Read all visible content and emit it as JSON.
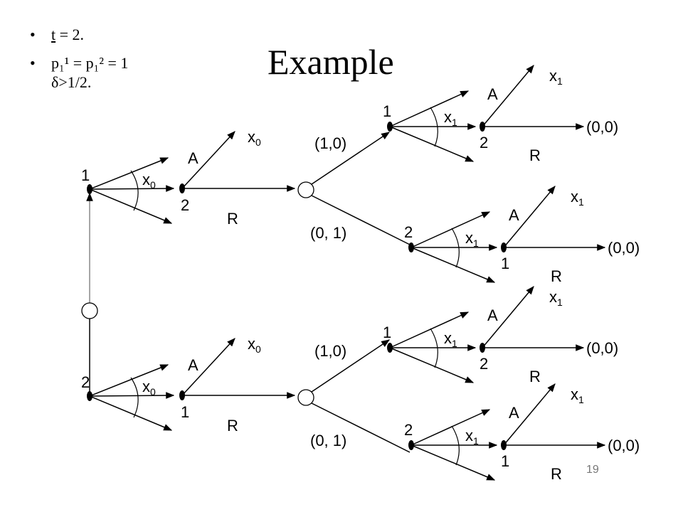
{
  "bullets": {
    "b1_var": "t",
    "b1_rest": " = 2.",
    "b2_line1": "p₁¹ = p₁²  = 1",
    "b2_line2": "δ>1/2."
  },
  "title": "Example",
  "labels": {
    "p1": "1",
    "p2": "2",
    "A": "A",
    "R": "R",
    "x": "x",
    "sub0": "0",
    "sub1": "1",
    "s10": "(1,0)",
    "s01": "(0, 1)",
    "zero": "(0,0)"
  },
  "page_number": "19"
}
